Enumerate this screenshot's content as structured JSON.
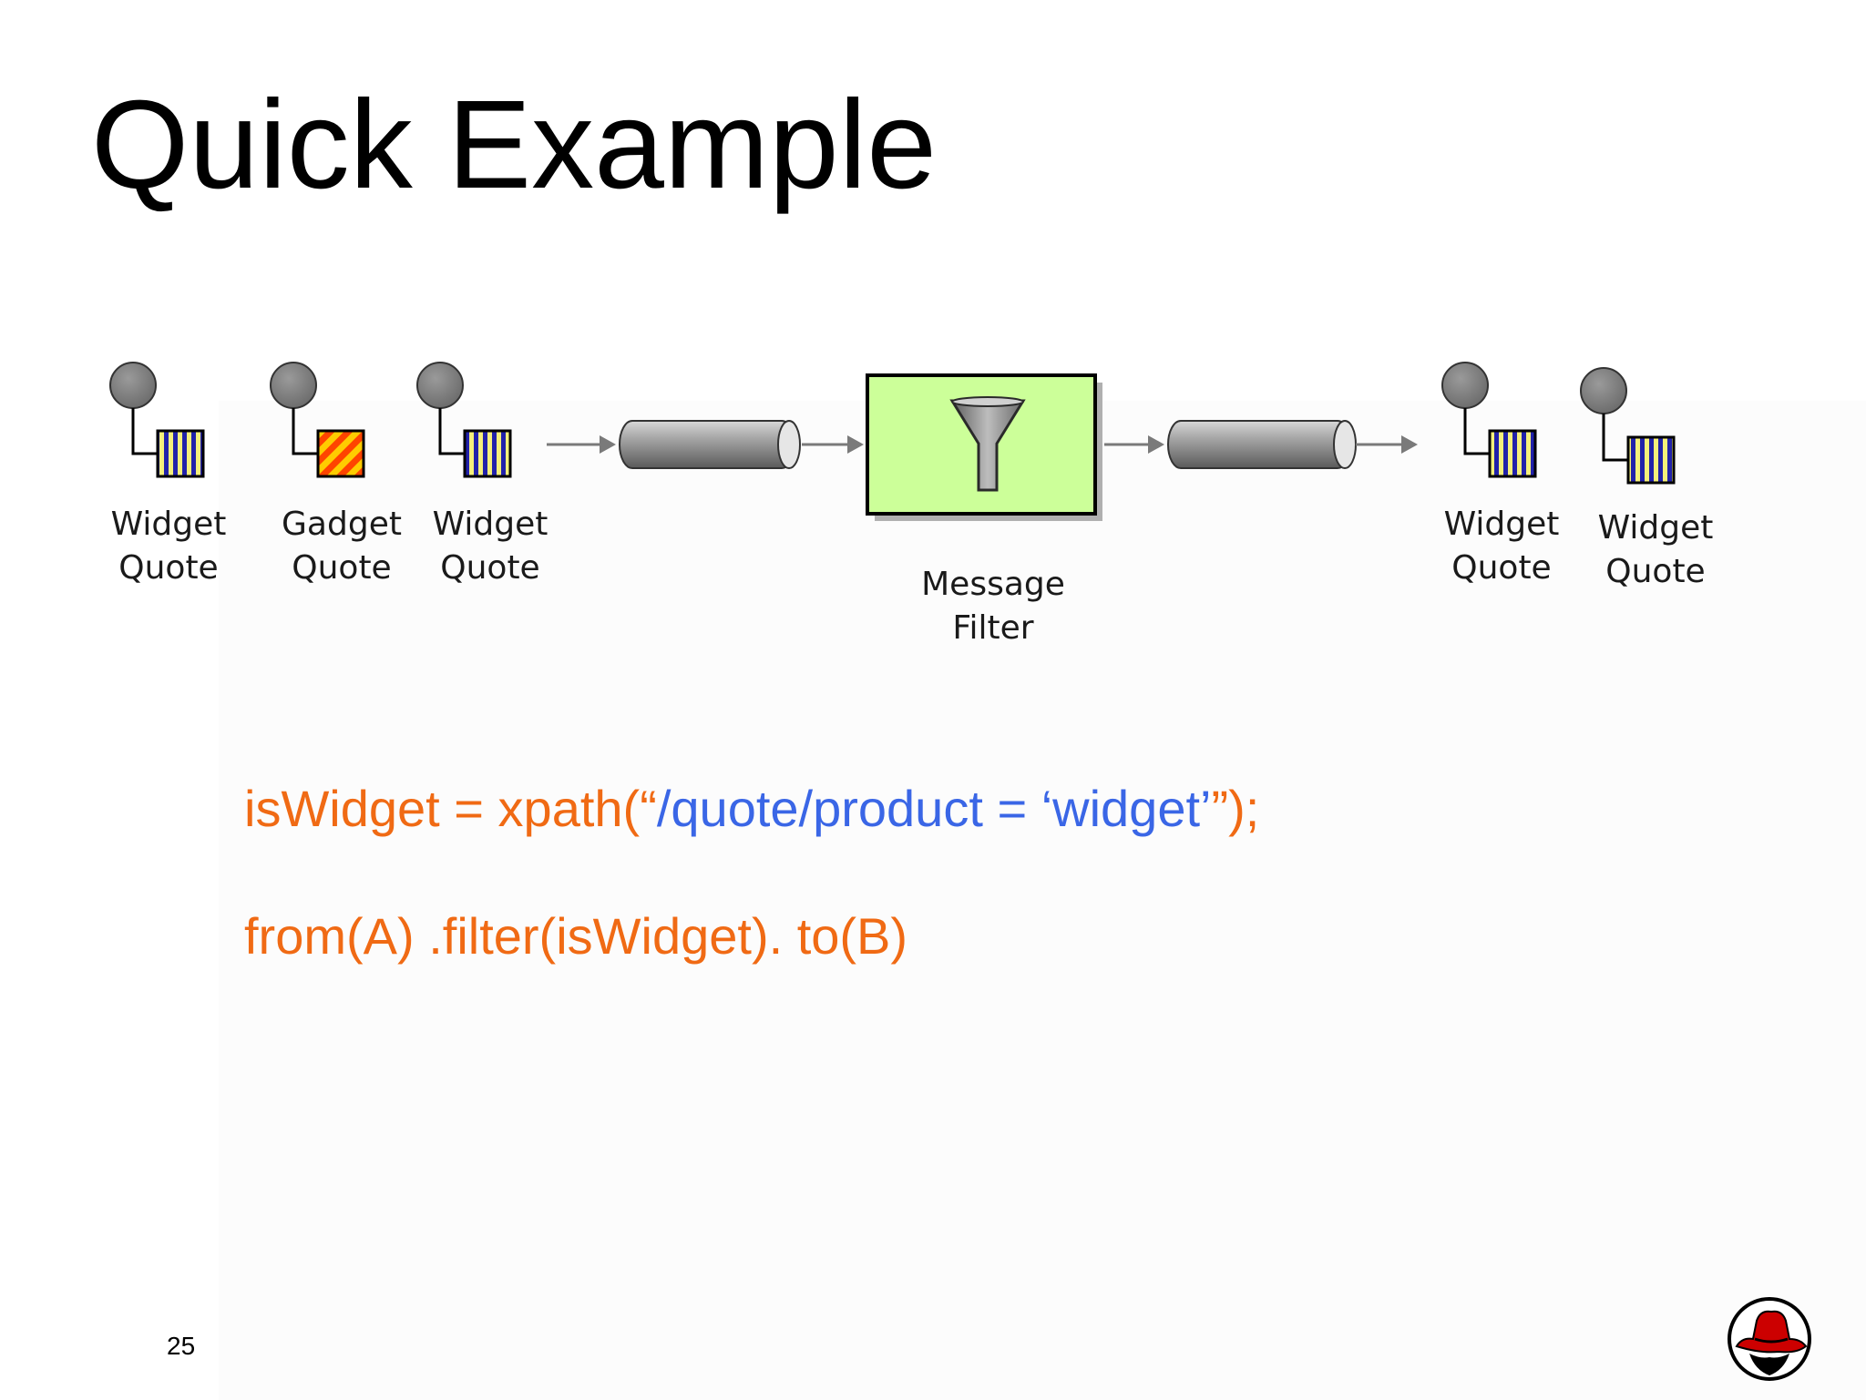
{
  "slide": {
    "title": "Quick Example",
    "page_number": "25"
  },
  "diagram": {
    "inputs": [
      {
        "line1": "Widget",
        "line2": "Quote",
        "pattern": "stripes-blue"
      },
      {
        "line1": "Gadget",
        "line2": "Quote",
        "pattern": "diagonal-orange"
      },
      {
        "line1": "Widget",
        "line2": "Quote",
        "pattern": "stripes-blue"
      }
    ],
    "filter": {
      "line1": "Message",
      "line2": "Filter",
      "icon": "funnel-icon",
      "fill_color": "#ccff99"
    },
    "outputs": [
      {
        "line1": "Widget",
        "line2": "Quote",
        "pattern": "stripes-blue"
      },
      {
        "line1": "Widget",
        "line2": "Quote",
        "pattern": "stripes-blue"
      }
    ]
  },
  "code": {
    "line1_part1": "isWidget = xpath(“",
    "line1_part2": "/quote/product = ‘widget’",
    "line1_part3": "”);",
    "line2": "from(A) .filter(isWidget). to(B)"
  },
  "colors": {
    "code_orange": "#f06a14",
    "code_blue": "#3a66e6",
    "message_blue": "#2222aa",
    "message_yellow": "#f5f07a",
    "gadget_orange": "#ff4400",
    "gadget_yellow": "#ffcc00",
    "logo_red": "#cc0000"
  }
}
